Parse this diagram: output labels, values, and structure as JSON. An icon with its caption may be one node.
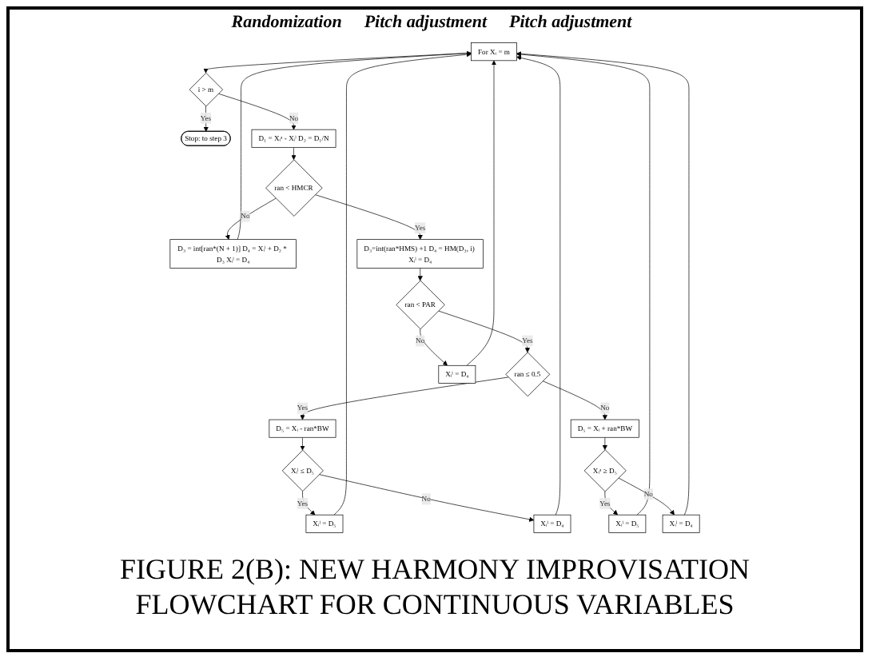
{
  "diagram": {
    "caption": "FIGURE 2(B): NEW HARMONY IMPROVISATION FLOWCHART FOR CONTINUOUS VARIABLES",
    "nodes": [
      {
        "text": [
          "For Xᵢ = m"
        ]
      },
      {
        "text": [
          "i > m"
        ]
      },
      {
        "text": [
          "Stop: to step 3"
        ]
      },
      {
        "text": [
          "D₁ = Xᵢᵃ - Xᵢˡ D₂ = D₁/N"
        ]
      },
      {
        "text": [
          "ran < HMCR"
        ]
      },
      {
        "text": [
          "D₃ = int[ran*(N + 1)] D₄ = Xᵢˡ + D₂ * D₃ Xᵢˡ = D₄"
        ]
      },
      {
        "text": [
          "D₃=int(ran*HMS) +1 D₄ = HM(D₃, i) Xᵢˡ = D₄"
        ]
      },
      {
        "text": [
          "ran < PAR"
        ]
      },
      {
        "text": [
          "ran ≤ 0.5"
        ]
      },
      {
        "text": [
          "D₅ = Xᵢ - ran*BW"
        ]
      },
      {
        "text": [
          "Xᵢˡ ≤ D₅"
        ]
      },
      {
        "text": [
          "Xᵢˡ = D₅"
        ]
      },
      {
        "text": [
          "Xᵢˡ = D₄"
        ]
      },
      {
        "text": [
          "D₅ = Xᵢ + ran*BW"
        ]
      },
      {
        "text": [
          "Xᵢᵃ ≥ D₅"
        ]
      },
      {
        "text": [
          "Xᵢˡ = D₅"
        ]
      },
      {
        "text": [
          "Xᵢˡ = D₄"
        ]
      },
      {
        "text": [
          "Xᵢˡ = D₄"
        ]
      }
    ],
    "edges": [
      {
        "from": 0,
        "to": 1,
        "arrow": "to"
      },
      {
        "from": 1,
        "to": 2,
        "arrow": "to",
        "label": "Yes"
      },
      {
        "from": 1,
        "to": 3,
        "arrow": "to",
        "label": "No"
      },
      {
        "from": 3,
        "to": 4,
        "arrow": "to"
      },
      {
        "from": 4,
        "to": 5,
        "arrow": "to",
        "label": "No"
      },
      {
        "from": 4,
        "to": 6,
        "arrow": "to",
        "label": "Yes"
      },
      {
        "from": 6,
        "to": 7,
        "arrow": "to"
      },
      {
        "from": 7,
        "to": 8,
        "arrow": "to",
        "label": "Yes"
      },
      {
        "from": 7,
        "to": 17,
        "arrow": "to",
        "label": "No"
      },
      {
        "from": 8,
        "to": 9,
        "arrow": "to",
        "label": "Yes"
      },
      {
        "from": 8,
        "to": 13,
        "arrow": "to",
        "label": "No"
      },
      {
        "from": 9,
        "to": 10,
        "arrow": "to"
      },
      {
        "from": 10,
        "to": 11,
        "arrow": "to",
        "label": "Yes"
      },
      {
        "from": 10,
        "to": 12,
        "arrow": "to",
        "label": "No"
      },
      {
        "from": 13,
        "to": 14,
        "arrow": "to"
      },
      {
        "from": 14,
        "to": 15,
        "arrow": "to",
        "label": "Yes"
      },
      {
        "from": 14,
        "to": 16,
        "arrow": "to",
        "label": "No"
      },
      {
        "from": 5,
        "to": 0,
        "arrow": "to"
      },
      {
        "from": 17,
        "to": 0,
        "arrow": "to"
      },
      {
        "from": 15,
        "to": 0,
        "arrow": "to"
      },
      {
        "from": 16,
        "to": 0,
        "arrow": "to"
      },
      {
        "from": 11,
        "to": 0,
        "arrow": "to"
      },
      {
        "from": 12,
        "to": 0,
        "arrow": "to"
      }
    ],
    "labels": [
      "Randomization",
      "Pitch adjustment",
      "Pitch adjustment"
    ]
  }
}
